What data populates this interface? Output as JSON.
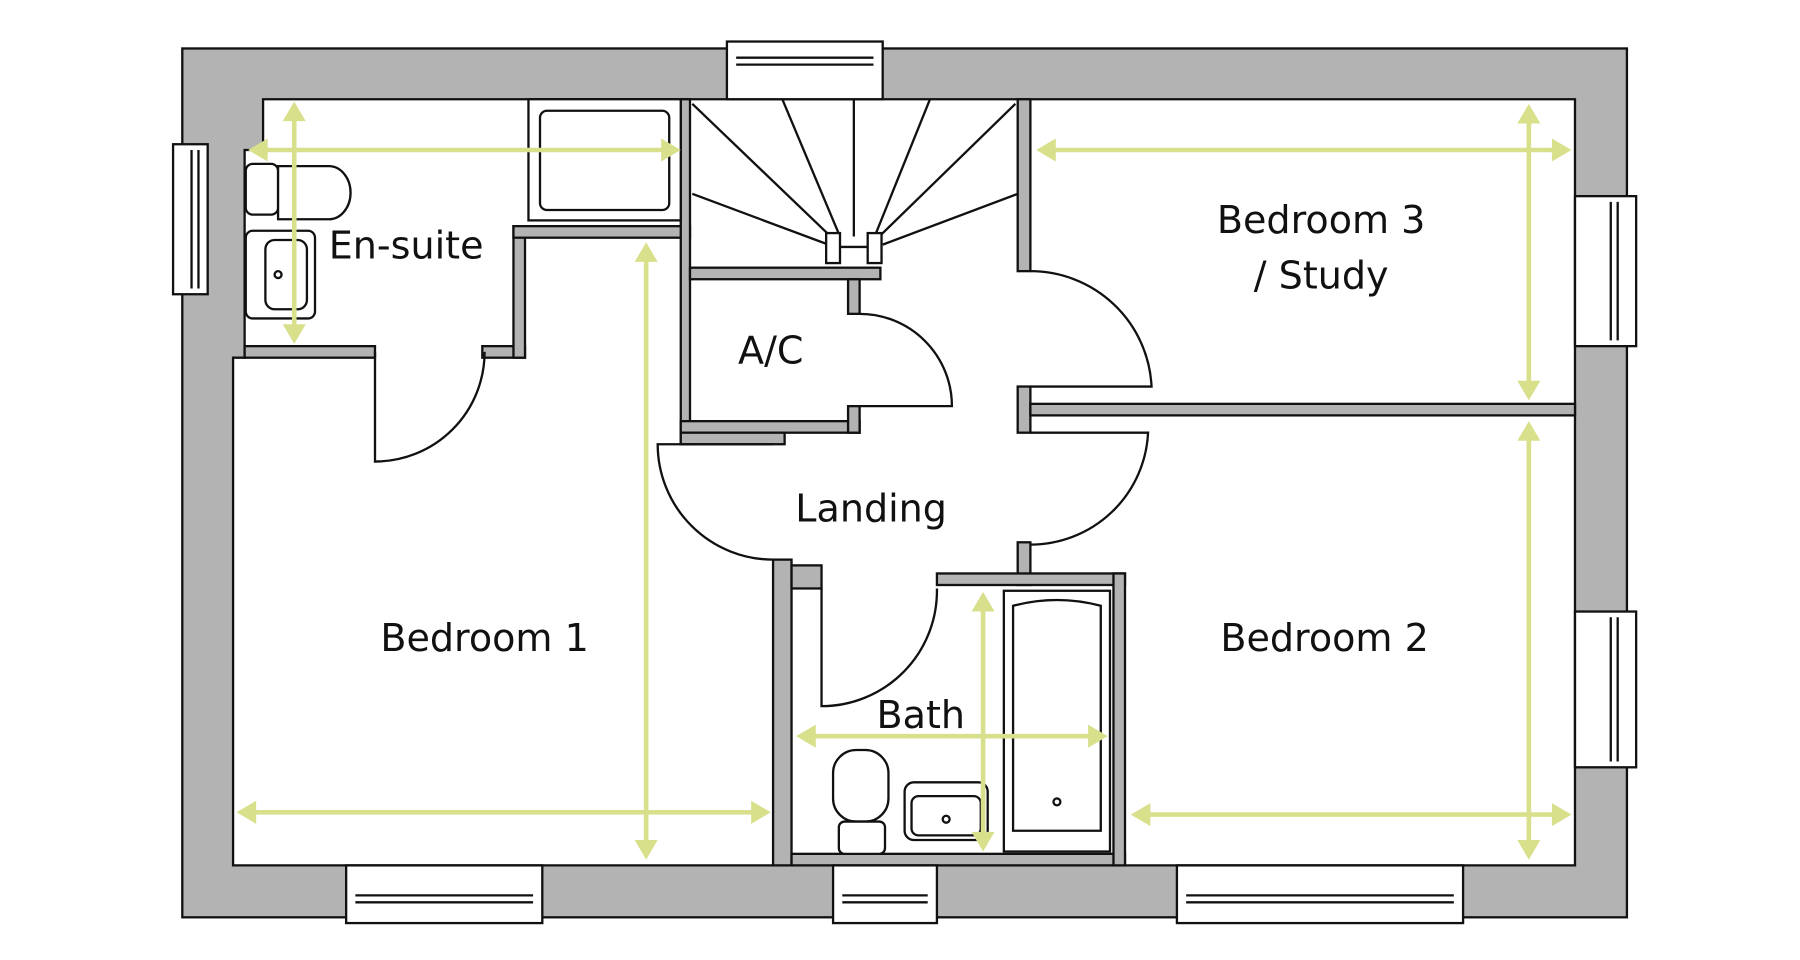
{
  "rooms": {
    "ensuite": "En-suite",
    "bedroom3_line1": "Bedroom 3",
    "bedroom3_line2": "/ Study",
    "airing_cupboard": "A/C",
    "landing": "Landing",
    "bedroom1": "Bedroom 1",
    "bedroom2": "Bedroom 2",
    "bath": "Bath"
  },
  "colors": {
    "wall": "#b3b3b3",
    "dimension_arrow": "#d9e08c",
    "outline": "#111111"
  }
}
